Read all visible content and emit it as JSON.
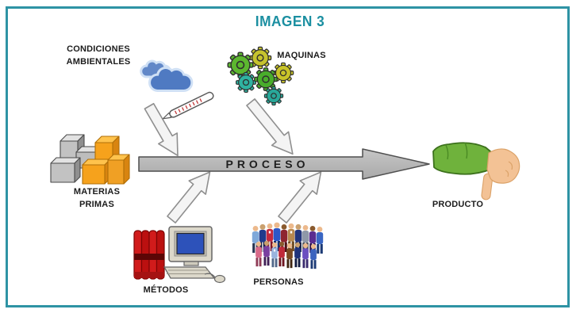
{
  "title": "IMAGEN 3",
  "labels": {
    "condiciones_line1": "CONDICIONES",
    "condiciones_line2": "AMBIENTALES",
    "maquinas": "MAQUINAS",
    "materias_line1": "MATERIAS",
    "materias_line2": "PRIMAS",
    "proceso": "PROCESO",
    "producto": "PRODUCTO",
    "metodos": "MÉTODOS",
    "personas": "PERSONAS"
  },
  "diagram": {
    "type": "process-flow",
    "center": "PROCESO",
    "input_left": "MATERIAS PRIMAS",
    "output_right": "PRODUCTO",
    "factors_top": [
      "CONDICIONES AMBIENTALES",
      "MAQUINAS"
    ],
    "factors_bottom": [
      "MÉTODOS",
      "PERSONAS"
    ]
  },
  "icons": {
    "condiciones": [
      "cloud-icon",
      "thermometer-icon"
    ],
    "maquinas": "gears-icon",
    "materias": "raw-material-blocks-icon",
    "metodos": [
      "books-icon",
      "computer-icon"
    ],
    "personas": "people-crowd-icon",
    "producto": "thumbs-down-hand-icon"
  },
  "colors": {
    "frame_border": "#2e93a4",
    "title_text": "#1b8fa1",
    "label_text": "#1c1c1c",
    "process_arrow_fill": "#b7b7b7",
    "process_arrow_stroke": "#4f4f4f",
    "flow_arrow_fill": "#f4f4f4",
    "flow_arrow_stroke": "#8f8f8f",
    "cloud_blue": "#4f7ac2",
    "gear_green": "#4fae2e",
    "gear_yellow": "#c8c42e",
    "gear_teal": "#2eb1a0",
    "blocks_gray": "#c0c0c0",
    "blocks_orange": "#f6a21c",
    "books_red": "#d11b1b",
    "sleeve_green": "#6fb23c",
    "skin": "#f3c295"
  }
}
